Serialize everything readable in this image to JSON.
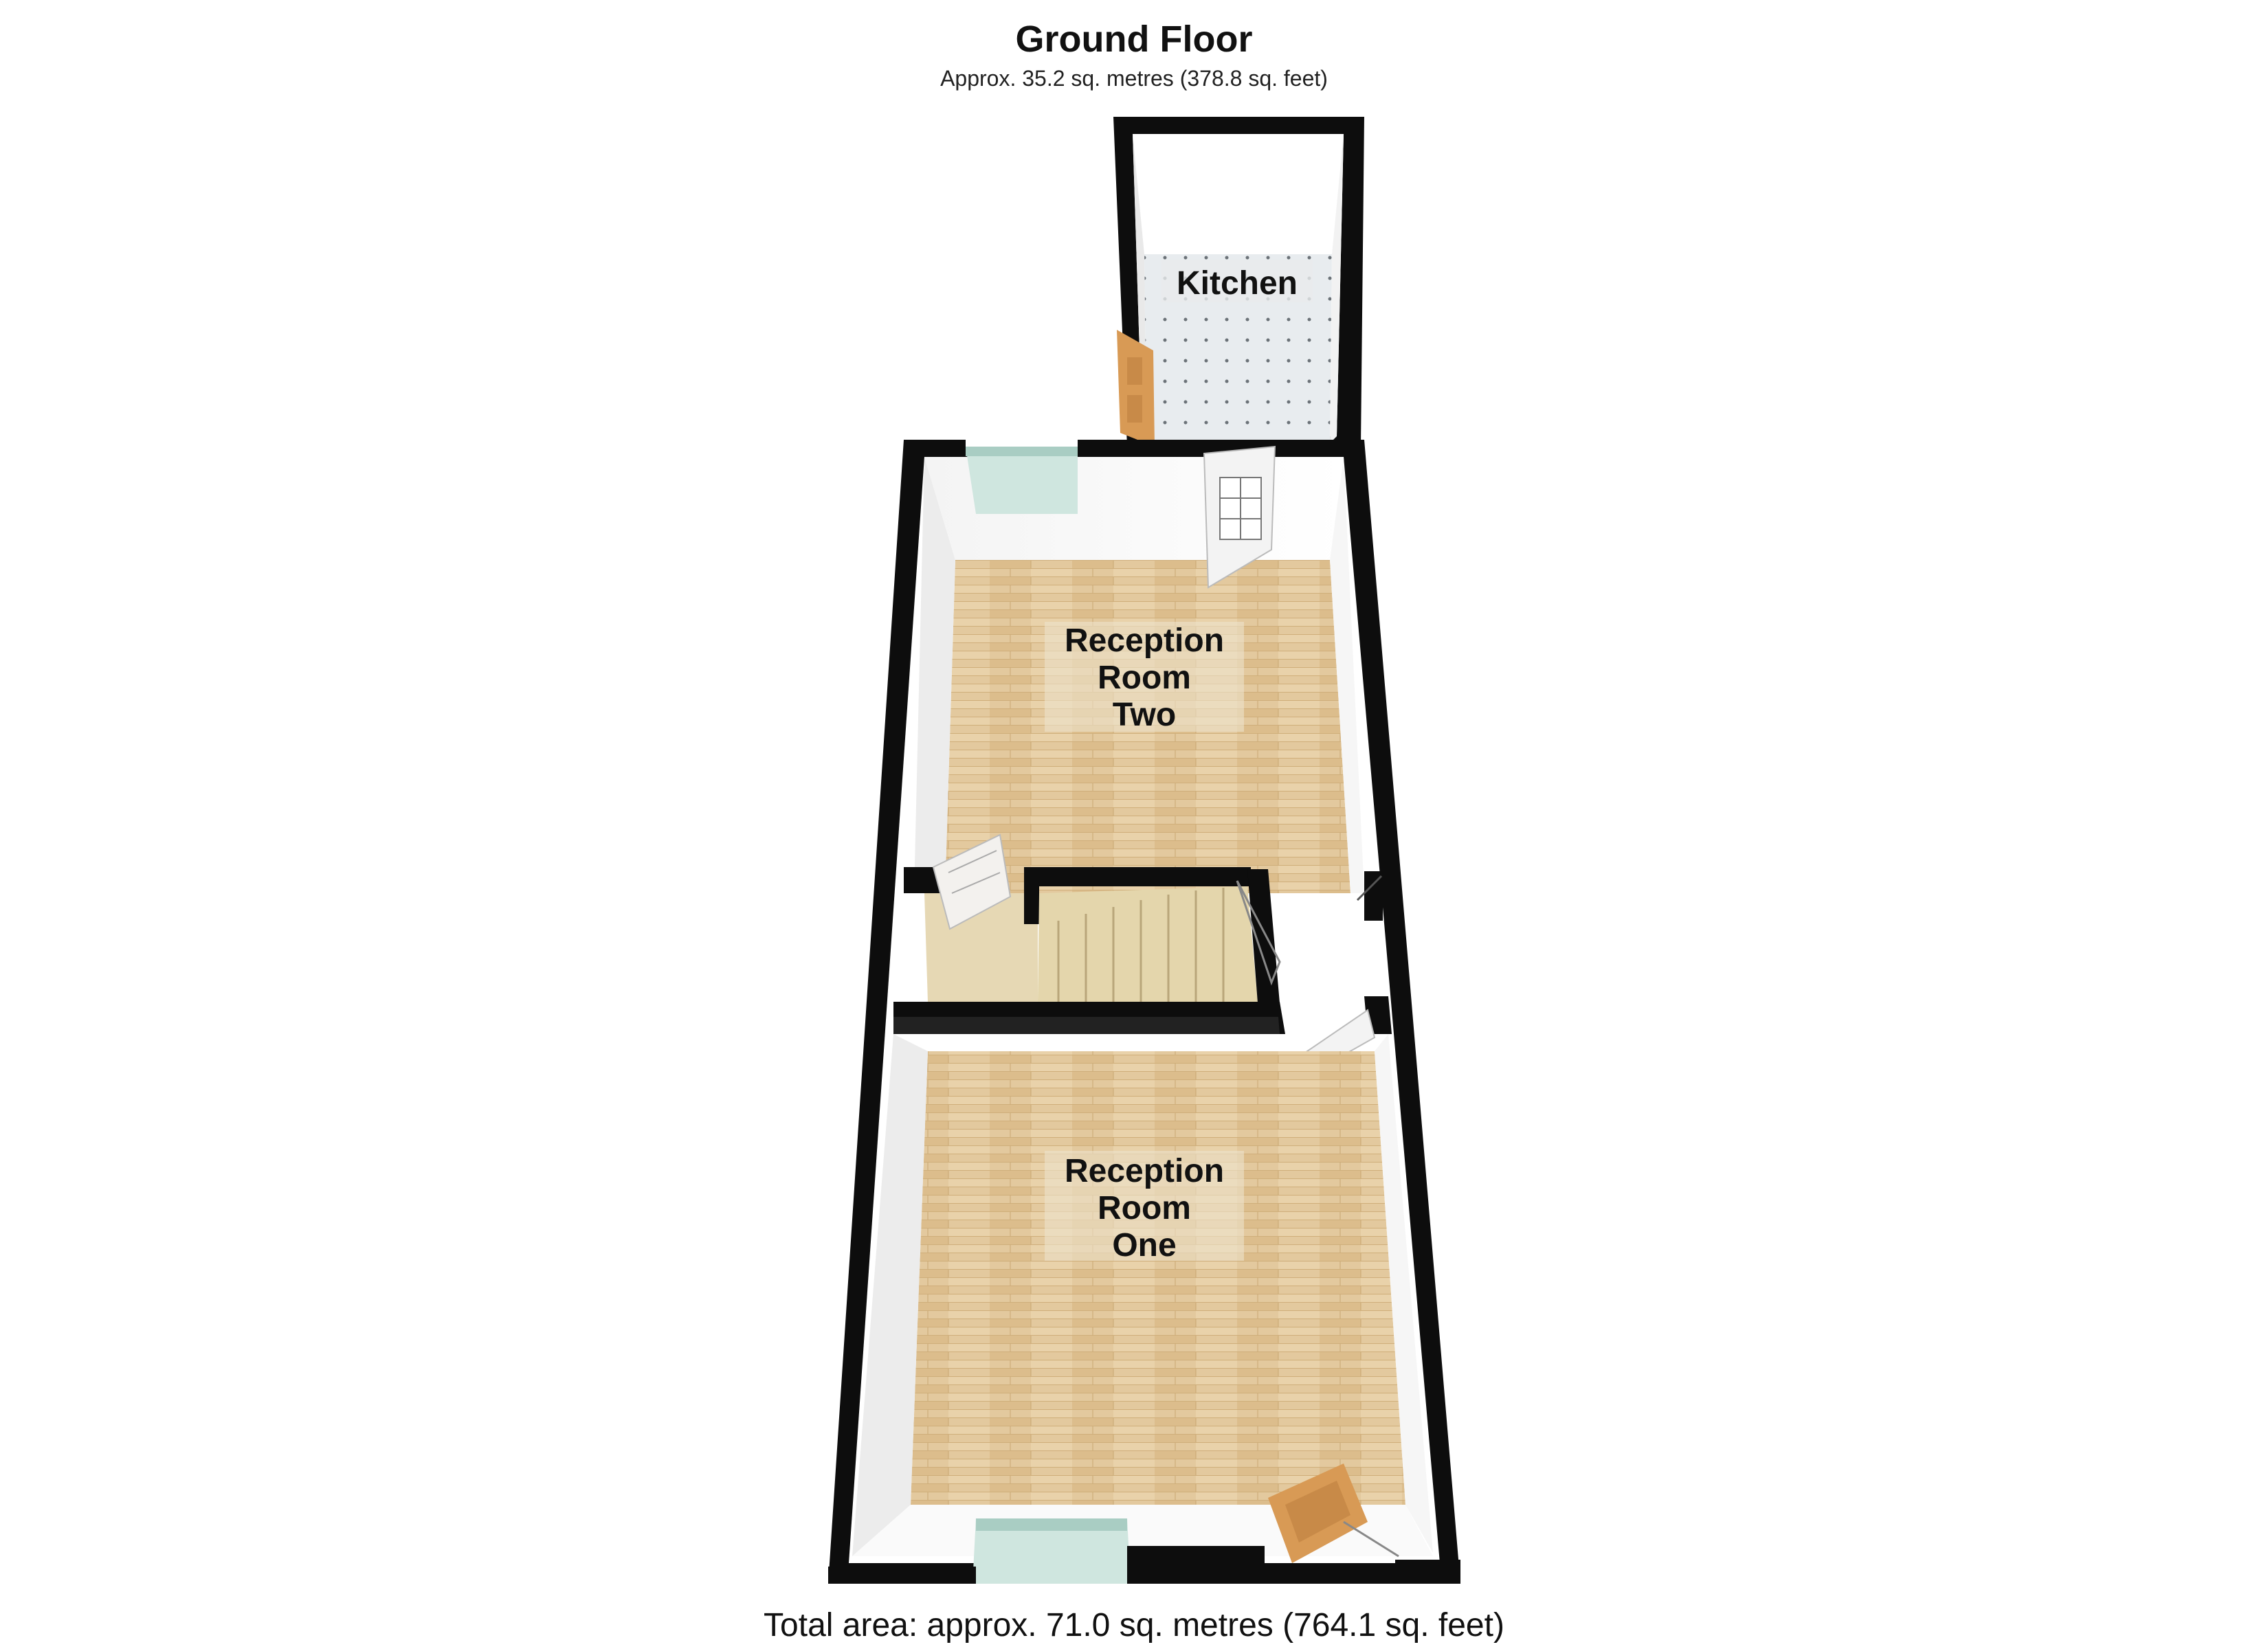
{
  "floor": {
    "title": "Ground Floor",
    "area": "Approx. 35.2 sq. metres (378.8 sq. feet)"
  },
  "rooms": {
    "kitchen": {
      "label": "Kitchen"
    },
    "reception_two": {
      "line1": "Reception",
      "line2": "Room",
      "line3": "Two"
    },
    "reception_one": {
      "line1": "Reception",
      "line2": "Room",
      "line3": "One"
    }
  },
  "total_area": "Total area: approx. 71.0 sq. metres (764.1 sq. feet)",
  "colors": {
    "wall": "#0d0d0d",
    "wood_floor": "#e3c99e",
    "tile_floor": "#e8ecef",
    "stairs": "#e4d6ac",
    "door_wood": "#d89a55",
    "window_glass": "#cfe6df"
  }
}
